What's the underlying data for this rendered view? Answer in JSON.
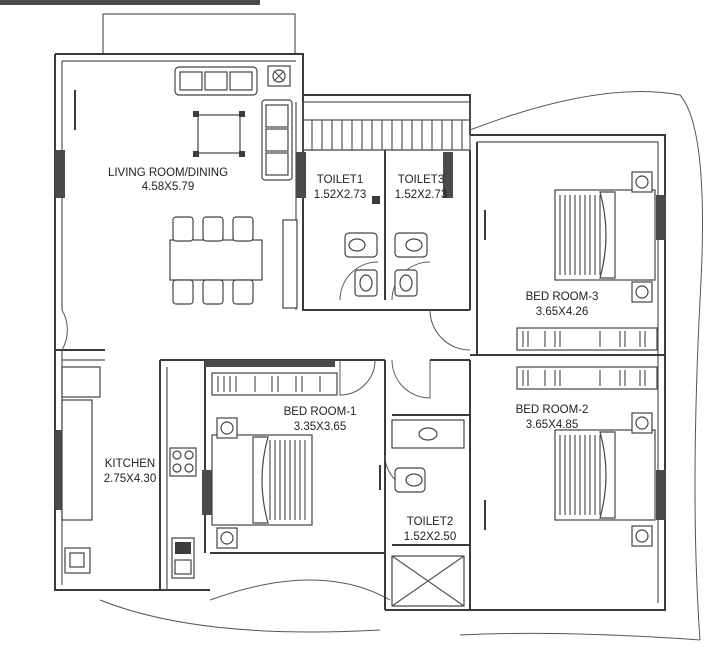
{
  "rooms": [
    {
      "name": "LIVING ROOM/DINING",
      "size": "4.58X5.79"
    },
    {
      "name": "TOILET1",
      "size": "1.52X2.73"
    },
    {
      "name": "TOILET3",
      "size": "1.52X2.73"
    },
    {
      "name": "BED ROOM-3",
      "size": "3.65X4.26"
    },
    {
      "name": "BED ROOM-1",
      "size": "3.35X3.65"
    },
    {
      "name": "BED ROOM-2",
      "size": "3.65X4.85"
    },
    {
      "name": "KITCHEN",
      "size": "2.75X4.30"
    },
    {
      "name": "TOILET2",
      "size": "1.52X2.50"
    }
  ],
  "colors": {
    "wall": "#3a3a3a",
    "window": "#4a4a4a",
    "background": "#ffffff"
  }
}
